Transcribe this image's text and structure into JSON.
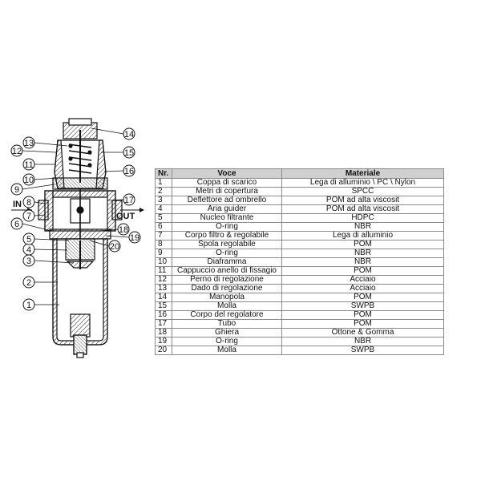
{
  "diagram": {
    "in_label": "IN",
    "out_label": "OUT",
    "callouts": [
      "1",
      "2",
      "3",
      "4",
      "5",
      "6",
      "7",
      "8",
      "9",
      "10",
      "11",
      "12",
      "13",
      "14",
      "15",
      "16",
      "17",
      "18",
      "19",
      "20"
    ]
  },
  "table": {
    "headers": {
      "nr": "Nr.",
      "voce": "Voce",
      "materiale": "Materiale"
    },
    "rows": [
      {
        "nr": "1",
        "voce": "Coppa di scarico",
        "materiale": "Lega di alluminio \\ PC \\ Nylon"
      },
      {
        "nr": "2",
        "voce": "Metri di copertura",
        "materiale": "SPCC"
      },
      {
        "nr": "3",
        "voce": "Deflettore ad ombrello",
        "materiale": "POM ad alta viscosit"
      },
      {
        "nr": "4",
        "voce": "Aria guider",
        "materiale": "POM ad alta viscosit"
      },
      {
        "nr": "5",
        "voce": "Nucleo filtrante",
        "materiale": "HDPC"
      },
      {
        "nr": "6",
        "voce": "O-ring",
        "materiale": "NBR"
      },
      {
        "nr": "7",
        "voce": "Corpo filtro & regolabile",
        "materiale": "Lega di alluminio"
      },
      {
        "nr": "8",
        "voce": "Spola regolabile",
        "materiale": "POM"
      },
      {
        "nr": "9",
        "voce": "O-ring",
        "materiale": "NBR"
      },
      {
        "nr": "10",
        "voce": "Diaframma",
        "materiale": "NBR"
      },
      {
        "nr": "11",
        "voce": "Cappuccio anello di fissagio",
        "materiale": "POM"
      },
      {
        "nr": "12",
        "voce": "Perno di regolazione",
        "materiale": "Acciaio"
      },
      {
        "nr": "13",
        "voce": "Dado di regolazione",
        "materiale": "Acciaio"
      },
      {
        "nr": "14",
        "voce": "Manopola",
        "materiale": "POM"
      },
      {
        "nr": "15",
        "voce": "Molla",
        "materiale": "SWPB"
      },
      {
        "nr": "16",
        "voce": "Corpo del regolatore",
        "materiale": "POM"
      },
      {
        "nr": "17",
        "voce": "Tubo",
        "materiale": "POM"
      },
      {
        "nr": "18",
        "voce": "Ghiera",
        "materiale": "Ottone & Gomma"
      },
      {
        "nr": "19",
        "voce": "O-ring",
        "materiale": "NBR"
      },
      {
        "nr": "20",
        "voce": "Molla",
        "materiale": "SWPB"
      }
    ]
  }
}
